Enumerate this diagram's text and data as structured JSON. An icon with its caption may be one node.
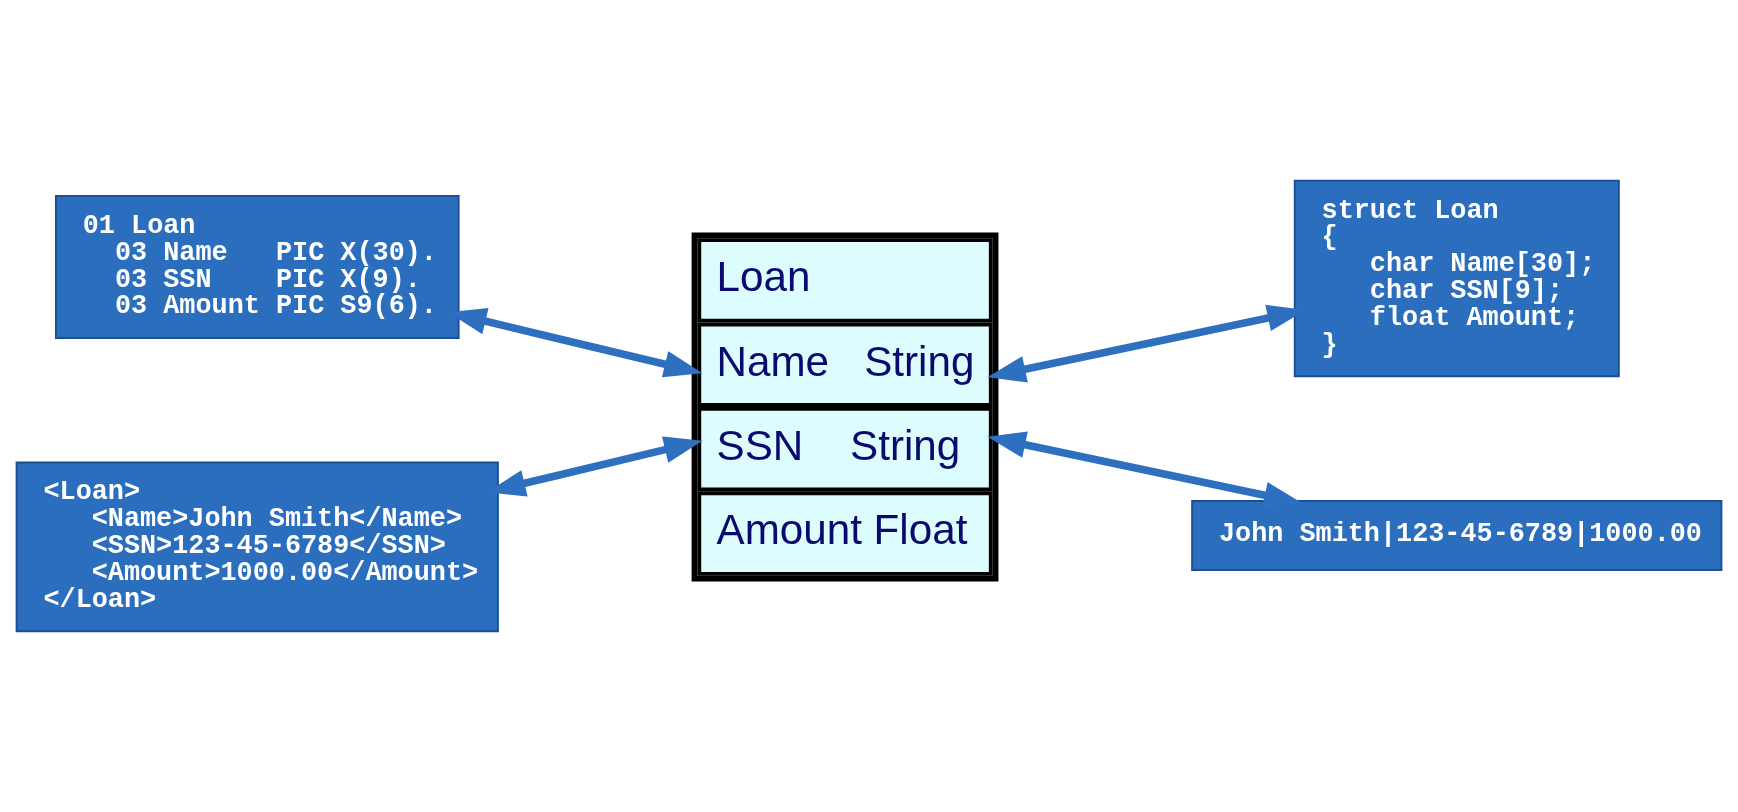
{
  "diagram": {
    "nodes": [
      {
        "text": [
          "01 Loan",
          "  03 Name   PIC X(30).",
          "  03 SSN    PIC X(9).",
          "  03 Amount PIC S9(6)."
        ]
      },
      {
        "text": [
          "Loan",
          "Name   String",
          "SSN    String",
          "Amount Float"
        ]
      },
      {
        "text": [
          "struct Loan",
          "{",
          "   char Name[30];",
          "   char SSN[9];",
          "   float Amount;",
          "}"
        ]
      },
      {
        "text": [
          "<Loan>",
          "   <Name>John Smith</Name>",
          "   <SSN>123-45-6789</SSN>",
          "   <Amount>1000.00</Amount>",
          "</Loan>"
        ]
      },
      {
        "text": [
          "John Smith|123-45-6789|1000.00"
        ]
      }
    ],
    "edges": [
      {
        "from": 0,
        "to": 1,
        "arrow": "both"
      },
      {
        "from": 1,
        "to": 2,
        "arrow": "both"
      },
      {
        "from": 3,
        "to": 1,
        "arrow": "both"
      },
      {
        "from": 1,
        "to": 4,
        "arrow": "both"
      }
    ]
  }
}
